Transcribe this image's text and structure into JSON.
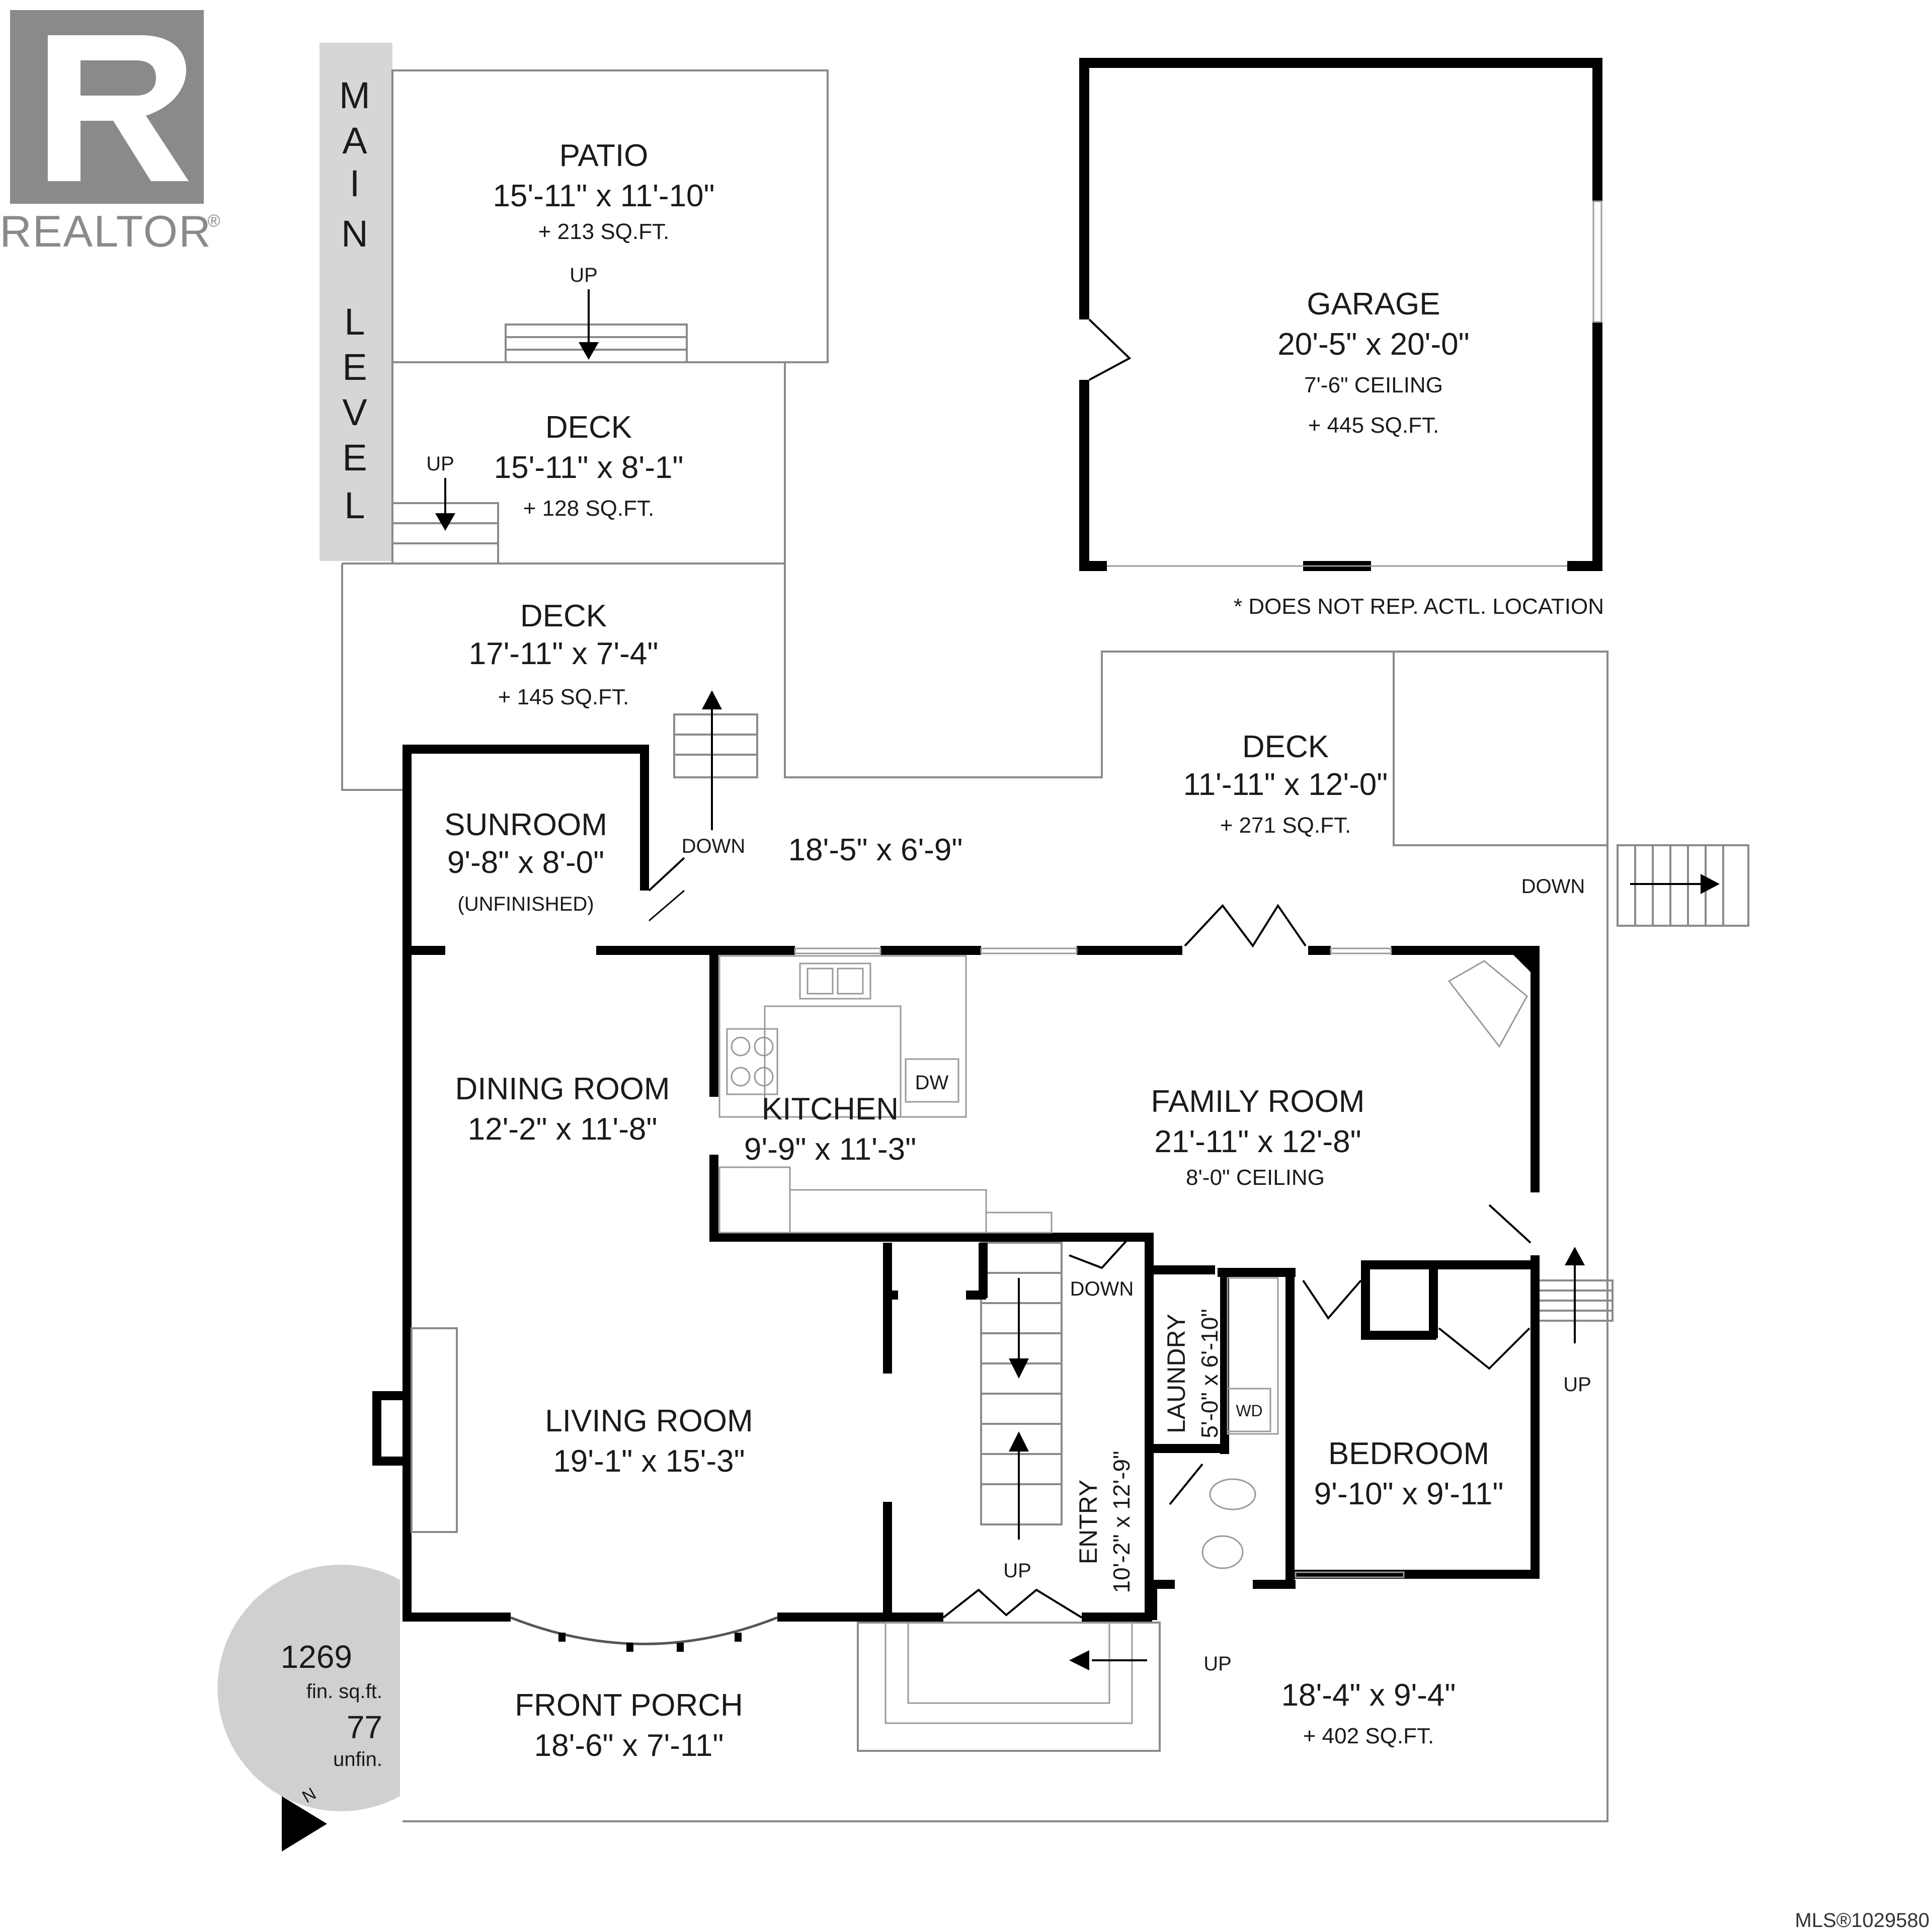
{
  "logo": {
    "text": "REALTOR",
    "mark": "®"
  },
  "level_label": {
    "letters": [
      "M",
      "A",
      "I",
      "N",
      "L",
      "E",
      "V",
      "E",
      "L"
    ]
  },
  "rooms": {
    "patio": {
      "name": "PATIO",
      "dims": "15'-11\" x 11'-10\"",
      "area": "+ 213 SQ.FT."
    },
    "deck_upper": {
      "name": "DECK",
      "dims": "15'-11\" x 8'-1\"",
      "area": "+ 128 SQ.FT."
    },
    "deck_middle": {
      "name": "DECK",
      "dims": "17'-11\" x 7'-4\"",
      "area": "+ 145 SQ.FT."
    },
    "deck_right": {
      "name": "DECK",
      "dims": "11'-11\" x 12'-0\"",
      "area": "+ 271 SQ.FT."
    },
    "deck_strip": {
      "dims": "18'-5\" x 6'-9\""
    },
    "garage": {
      "name": "GARAGE",
      "dims": "20'-5\" x 20'-0\"",
      "ceiling": "7'-6\" CEILING",
      "area": "+ 445 SQ.FT."
    },
    "garage_note": "* DOES NOT REP. ACTL. LOCATION",
    "sunroom": {
      "name": "SUNROOM",
      "dims": "9'-8\" x 8'-0\"",
      "note": "(UNFINISHED)"
    },
    "dining": {
      "name": "DINING ROOM",
      "dims": "12'-2\" x 11'-8\""
    },
    "kitchen": {
      "name": "KITCHEN",
      "dims": "9'-9\" x 11'-3\"",
      "appliance": "DW"
    },
    "family": {
      "name": "FAMILY ROOM",
      "dims": "21'-11\" x 12'-8\"",
      "ceiling": "8'-0\" CEILING"
    },
    "living": {
      "name": "LIVING ROOM",
      "dims": "19'-1\" x 15'-3\""
    },
    "laundry": {
      "name": "LAUNDRY",
      "dims": "5'-0\" x 6'-10\"",
      "appliance": "WD"
    },
    "entry": {
      "name": "ENTRY",
      "dims": "10'-2\" x 12'-9\""
    },
    "bedroom": {
      "name": "BEDROOM",
      "dims": "9'-10\" x 9'-11\""
    },
    "front_porch": {
      "name": "FRONT PORCH",
      "dims": "18'-6\" x 7'-11\""
    },
    "porch_right": {
      "dims": "18'-4\" x 9'-4\"",
      "area": "+ 402 SQ.FT."
    }
  },
  "stairs": {
    "up": "UP",
    "down": "DOWN"
  },
  "summary": {
    "finished": "1269",
    "finished_unit": "fin. sq.ft.",
    "unfinished": "77",
    "unfinished_unit": "unfin.",
    "north": "N"
  },
  "mls": "MLS®1029580"
}
